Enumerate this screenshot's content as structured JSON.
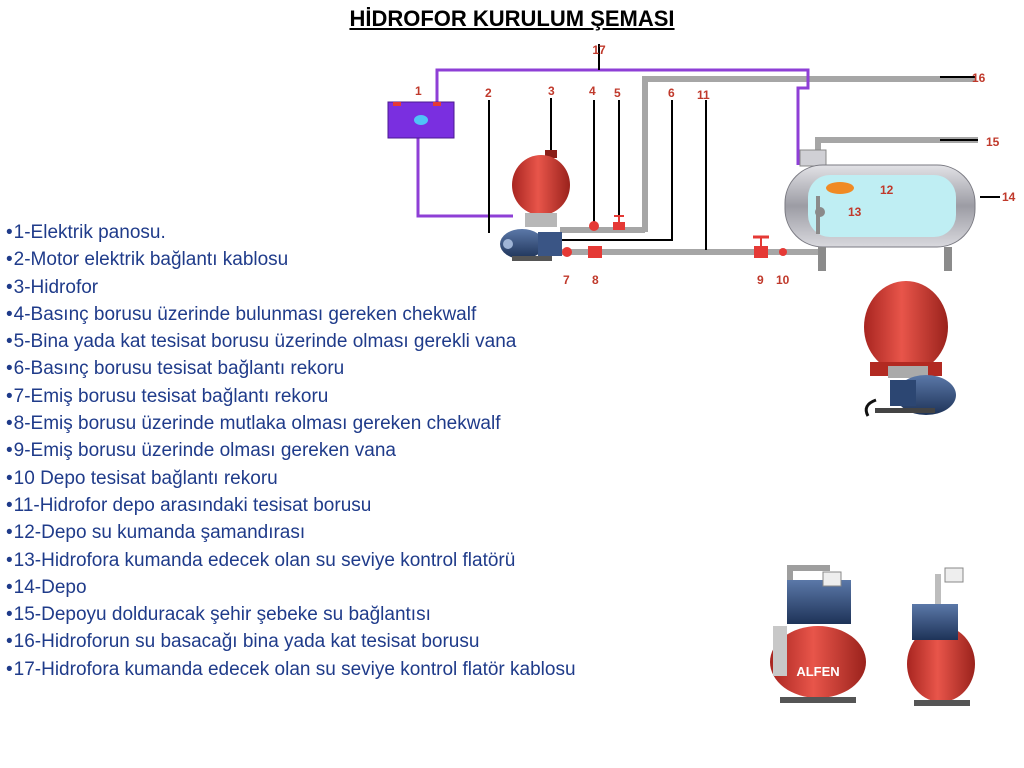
{
  "title": "HİDROFOR KURULUM ŞEMASI",
  "labels": {
    "n1": "1",
    "n2": "2",
    "n3": "3",
    "n4": "4",
    "n5": "5",
    "n6": "6",
    "n7": "7",
    "n8": "8",
    "n9": "9",
    "n10": "10",
    "n11": "11",
    "n12": "12",
    "n13": "13",
    "n14": "14",
    "n15": "15",
    "n16": "16",
    "n17": "17"
  },
  "legend": [
    "1-Elektrik panosu.",
    "2-Motor elektrik bağlantı kablosu",
    "3-Hidrofor",
    "4-Basınç borusu üzerinde bulunması gereken chekwalf",
    "5-Bina yada kat tesisat borusu üzerinde olması gerekli vana",
    "6-Basınç borusu tesisat bağlantı rekoru",
    "7-Emiş borusu tesisat bağlantı rekoru",
    "8-Emiş borusu üzerinde mutlaka olması gereken chekwalf",
    "9-Emiş borusu üzerinde olması gereken vana",
    "10 Depo tesisat bağlantı rekoru",
    "11-Hidrofor depo arasındaki tesisat borusu",
    "12-Depo su kumanda şamandırası",
    "13-Hidrofora kumanda edecek olan su seviye kontrol flatörü",
    "14-Depo",
    "15-Depoyu dolduracak şehir şebeke su bağlantısı",
    "16-Hidroforun su basacağı bina yada kat tesisat borusu",
    "17-Hidrofora kumanda edecek olan su seviye kontrol flatör kablosu"
  ],
  "product_brand": "ALFEN",
  "colors": {
    "purple_cable": "#8e3fd6",
    "panel": "#7a2fe0",
    "label_red": "#c0392b",
    "legend_blue": "#1f3b8a",
    "pipe_gray": "#a6a6a6",
    "tank_red": "#d63a2f",
    "depot_water": "#bfeef3"
  }
}
